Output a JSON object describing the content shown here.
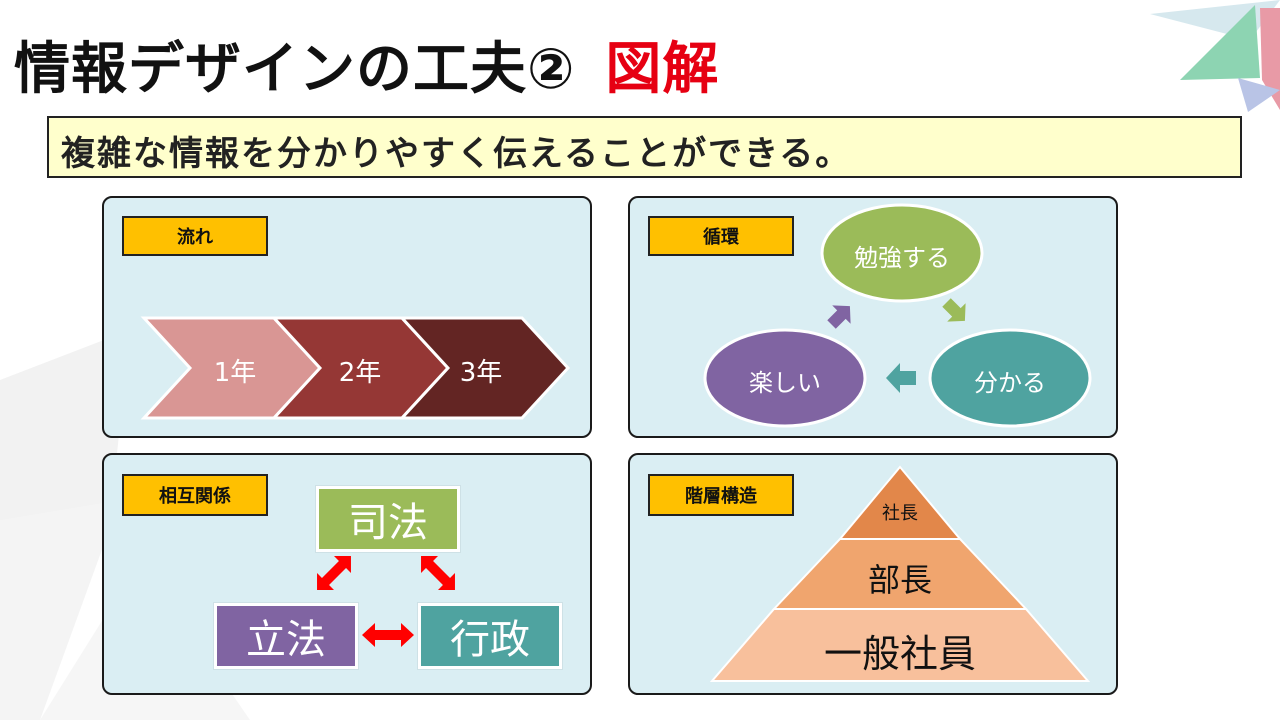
{
  "title": {
    "main": "情報デザインの工夫②",
    "accent": "図解"
  },
  "subtitle": "複雑な情報を分かりやすく伝えることができる。",
  "flow": {
    "tag": "流れ",
    "steps": [
      "1年",
      "2年",
      "3年"
    ]
  },
  "cycle": {
    "tag": "循環",
    "nodes": {
      "top": "勉強する",
      "right": "分かる",
      "left": "楽しい"
    }
  },
  "relation": {
    "tag": "相互関係",
    "nodes": {
      "top": "司法",
      "left": "立法",
      "right": "行政"
    }
  },
  "hierarchy": {
    "tag": "階層構造",
    "levels": [
      "社長",
      "部長",
      "一般社員"
    ]
  },
  "colors": {
    "title_accent": "#e60012",
    "subtitle_bg": "#ffffcc",
    "panel_bg": "#daeef3",
    "tag_bg": "#ffc000",
    "flow": [
      "#d99694",
      "#953735",
      "#632523"
    ],
    "cycle": [
      "#9bbb59",
      "#4bacc6",
      "#8064a2"
    ],
    "relation": [
      "#9bbb59",
      "#8064a2",
      "#4fa3a0"
    ],
    "relation_arrows": "#ff0000",
    "pyramid": [
      "#e2874a",
      "#f0a56e",
      "#f8c09c"
    ]
  }
}
